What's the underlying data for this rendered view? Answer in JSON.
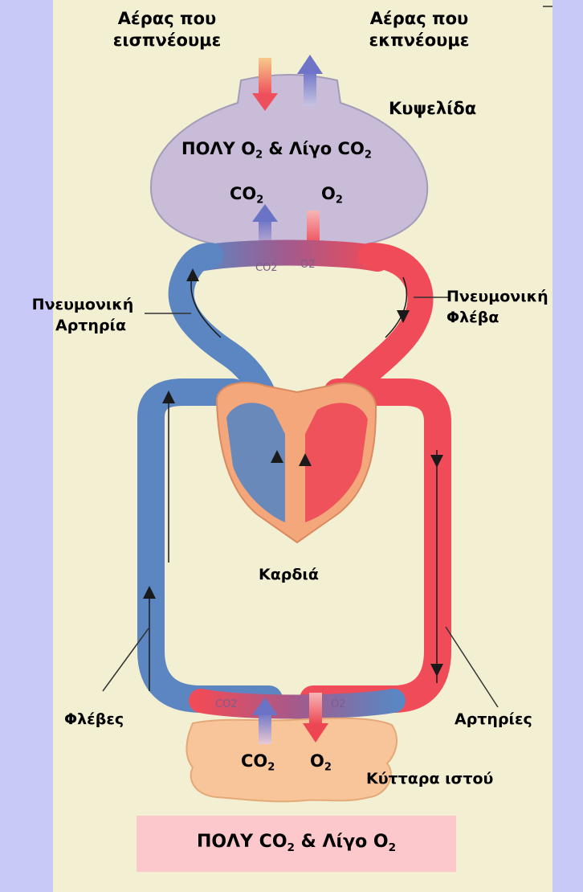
{
  "labels": {
    "inhaled_air": "Αέρας που εισπνέουμε",
    "inhaled_air_l1": "Αέρας που",
    "inhaled_air_l2": "εισπνέουμε",
    "exhaled_air_l1": "Αέρας που",
    "exhaled_air_l2": "εκπνέουμε",
    "alveolus": "Κυψελίδα",
    "alveolus_condition": {
      "a": "ΠΟΛΥ Ο",
      "a_sub": "2",
      "b": " & Λίγο CO",
      "b_sub": "2"
    },
    "alveolus_co2": {
      "text": "CO",
      "sub": "2"
    },
    "alveolus_o2": {
      "text": "O",
      "sub": "2"
    },
    "pulmonary_artery_l1": "Πνευμονική",
    "pulmonary_artery_l2": "Αρτηρία",
    "pulmonary_vein_l1": "Πνευμονική",
    "pulmonary_vein_l2": "Φλέβα",
    "heart": "Καρδιά",
    "veins": "Φλέβες",
    "arteries": "Αρτηρίες",
    "tissue_cells": "Κύτταρα ιστού",
    "tissue_co2": {
      "text": "CO",
      "sub": "2"
    },
    "tissue_o2": {
      "text": "O",
      "sub": "2"
    },
    "capillary_top_co2": "CO2",
    "capillary_top_o2": "O2",
    "capillary_bottom_co2": "CO2",
    "capillary_bottom_o2": "O2",
    "tissue_condition": {
      "a": "ΠΟΛΥ CO",
      "a_sub": "2",
      "b": " & Λίγο O",
      "b_sub": "2"
    }
  },
  "colors": {
    "background": "#c9c9f7",
    "panel": "#f3efd2",
    "deoxygenated_blood": "#5b86c2",
    "oxygenated_blood": "#ef4b58",
    "alveolus": "#c8bcd8",
    "heart": "#f5a77c",
    "tissue": "#f8c49a",
    "bottom_box": "#fcc8cb"
  }
}
